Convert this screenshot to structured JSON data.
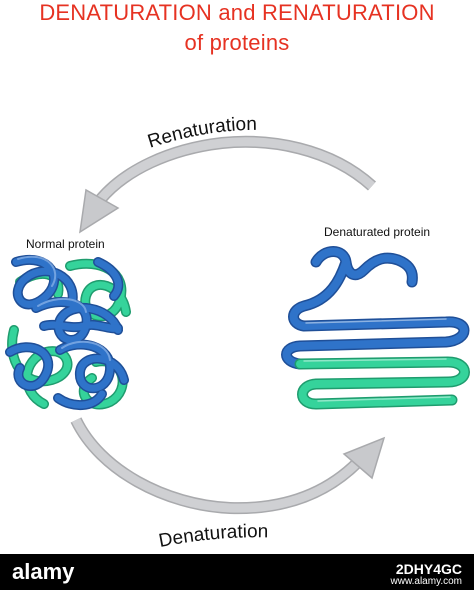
{
  "title": {
    "line1": "DENATURATION and RENATURATION",
    "line2": "of proteins",
    "color": "#e63222"
  },
  "labels": {
    "renaturation": "Renaturation",
    "denaturation": "Denaturation",
    "normal_protein": "Normal protein",
    "denaturated_protein": "Denaturated protein"
  },
  "colors": {
    "arrow": "#c8c9cc",
    "arrow_stroke": "#a9aaad",
    "protein_blue": "#2f73c9",
    "protein_dark_blue": "#1f4f98",
    "protein_green": "#35d39b",
    "protein_dark_green": "#1f9c6e"
  },
  "footer": {
    "brand": "alamy",
    "image_id": "2DHY4GC",
    "url": "www.alamy.com"
  }
}
